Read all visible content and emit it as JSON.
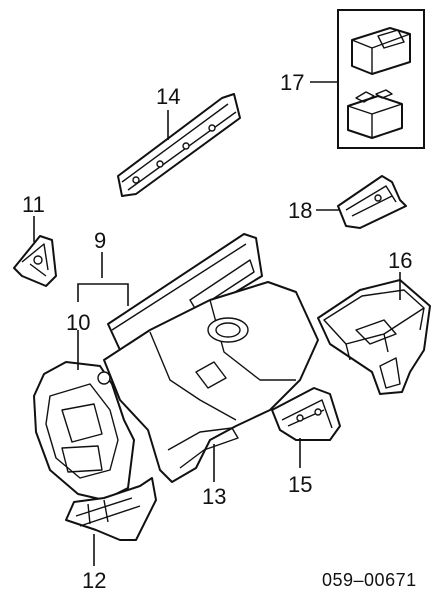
{
  "diagram": {
    "callouts": {
      "c9": "9",
      "c10": "10",
      "c11": "11",
      "c12": "12",
      "c13": "13",
      "c14": "14",
      "c15": "15",
      "c16": "16",
      "c17": "17",
      "c18": "18"
    },
    "diagram_code": "059–00671"
  }
}
